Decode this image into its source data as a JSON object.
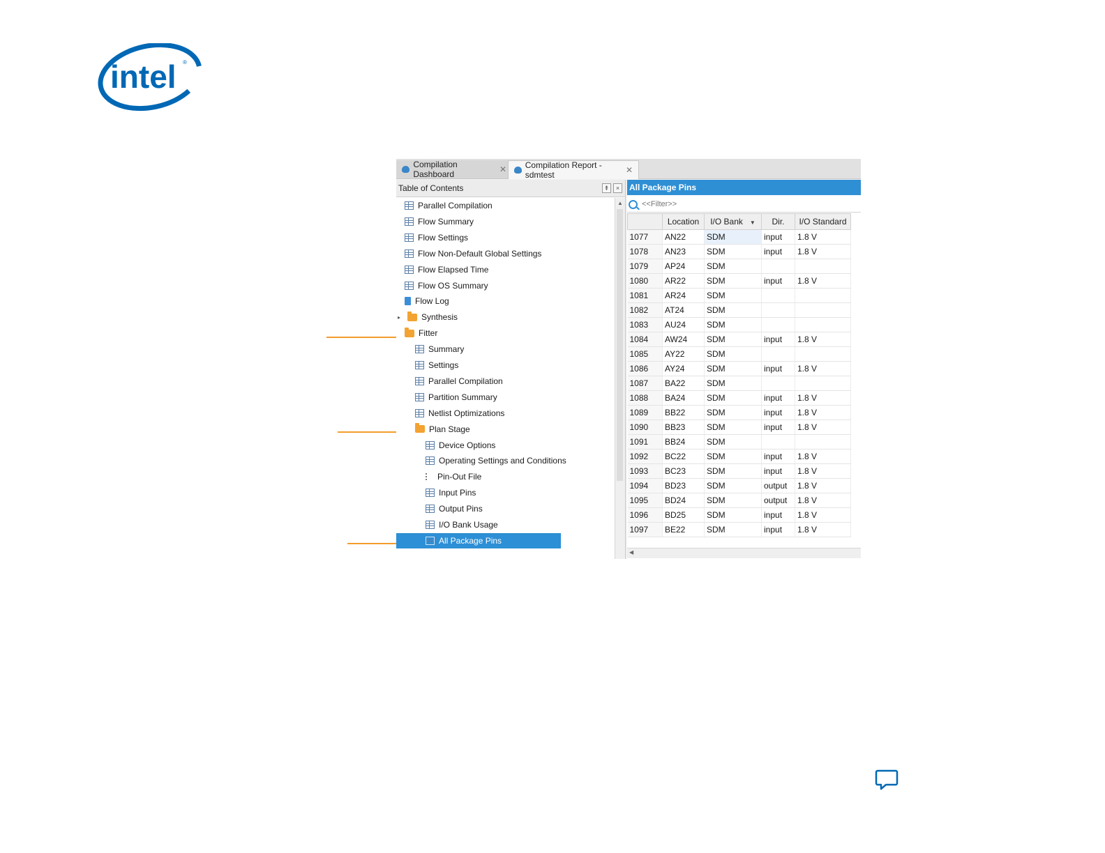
{
  "brand": {
    "logo_text": "intel",
    "accent": "#0068b5",
    "arrow_color": "#f39c2d"
  },
  "tabs": [
    {
      "label": "Compilation Dashboard",
      "icon": "dashboard-icon",
      "close": "close-icon"
    },
    {
      "label": "Compilation Report - sdmtest",
      "icon": "report-icon",
      "close": "close-icon"
    }
  ],
  "toc": {
    "title": "Table of Contents",
    "items": [
      {
        "label": "Parallel Compilation",
        "icon": "table-icon"
      },
      {
        "label": "Flow Summary",
        "icon": "table-icon"
      },
      {
        "label": "Flow Settings",
        "icon": "table-icon"
      },
      {
        "label": "Flow Non-Default Global Settings",
        "icon": "table-icon"
      },
      {
        "label": "Flow Elapsed Time",
        "icon": "table-icon"
      },
      {
        "label": "Flow OS Summary",
        "icon": "table-icon"
      },
      {
        "label": "Flow Log",
        "icon": "document-icon"
      },
      {
        "label": "Synthesis",
        "icon": "folder-icon"
      },
      {
        "label": "Fitter",
        "icon": "folder-open-icon"
      },
      {
        "label": "Summary",
        "icon": "table-icon"
      },
      {
        "label": "Settings",
        "icon": "table-icon"
      },
      {
        "label": "Parallel Compilation",
        "icon": "table-icon"
      },
      {
        "label": "Partition Summary",
        "icon": "table-icon"
      },
      {
        "label": "Netlist Optimizations",
        "icon": "table-icon"
      },
      {
        "label": "Plan Stage",
        "icon": "folder-open-icon"
      },
      {
        "label": "Device Options",
        "icon": "table-icon"
      },
      {
        "label": "Operating Settings and Conditions",
        "icon": "table-icon"
      },
      {
        "label": "Pin-Out File",
        "icon": "pin-file-icon"
      },
      {
        "label": "Input Pins",
        "icon": "table-icon"
      },
      {
        "label": "Output Pins",
        "icon": "table-icon"
      },
      {
        "label": "I/O Bank Usage",
        "icon": "table-icon"
      },
      {
        "label": "All Package Pins",
        "icon": "table-icon",
        "selected": true
      }
    ]
  },
  "report": {
    "title": "All Package Pins",
    "filter_placeholder": "<<Filter>>",
    "columns": [
      "",
      "Location",
      "I/O Bank",
      "Dir.",
      "I/O Standard"
    ],
    "rows": [
      [
        "1077",
        "AN22",
        "SDM",
        "input",
        "1.8 V"
      ],
      [
        "1078",
        "AN23",
        "SDM",
        "input",
        "1.8 V"
      ],
      [
        "1079",
        "AP24",
        "SDM",
        "",
        ""
      ],
      [
        "1080",
        "AR22",
        "SDM",
        "input",
        "1.8 V"
      ],
      [
        "1081",
        "AR24",
        "SDM",
        "",
        ""
      ],
      [
        "1082",
        "AT24",
        "SDM",
        "",
        ""
      ],
      [
        "1083",
        "AU24",
        "SDM",
        "",
        ""
      ],
      [
        "1084",
        "AW24",
        "SDM",
        "input",
        "1.8 V"
      ],
      [
        "1085",
        "AY22",
        "SDM",
        "",
        ""
      ],
      [
        "1086",
        "AY24",
        "SDM",
        "input",
        "1.8 V"
      ],
      [
        "1087",
        "BA22",
        "SDM",
        "",
        ""
      ],
      [
        "1088",
        "BA24",
        "SDM",
        "input",
        "1.8 V"
      ],
      [
        "1089",
        "BB22",
        "SDM",
        "input",
        "1.8 V"
      ],
      [
        "1090",
        "BB23",
        "SDM",
        "input",
        "1.8 V"
      ],
      [
        "1091",
        "BB24",
        "SDM",
        "",
        ""
      ],
      [
        "1092",
        "BC22",
        "SDM",
        "input",
        "1.8 V"
      ],
      [
        "1093",
        "BC23",
        "SDM",
        "input",
        "1.8 V"
      ],
      [
        "1094",
        "BD23",
        "SDM",
        "output",
        "1.8 V"
      ],
      [
        "1095",
        "BD24",
        "SDM",
        "output",
        "1.8 V"
      ],
      [
        "1096",
        "BD25",
        "SDM",
        "input",
        "1.8 V"
      ],
      [
        "1097",
        "BE22",
        "SDM",
        "input",
        "1.8 V"
      ]
    ]
  },
  "feedback_icon": "chat-bubble-icon"
}
